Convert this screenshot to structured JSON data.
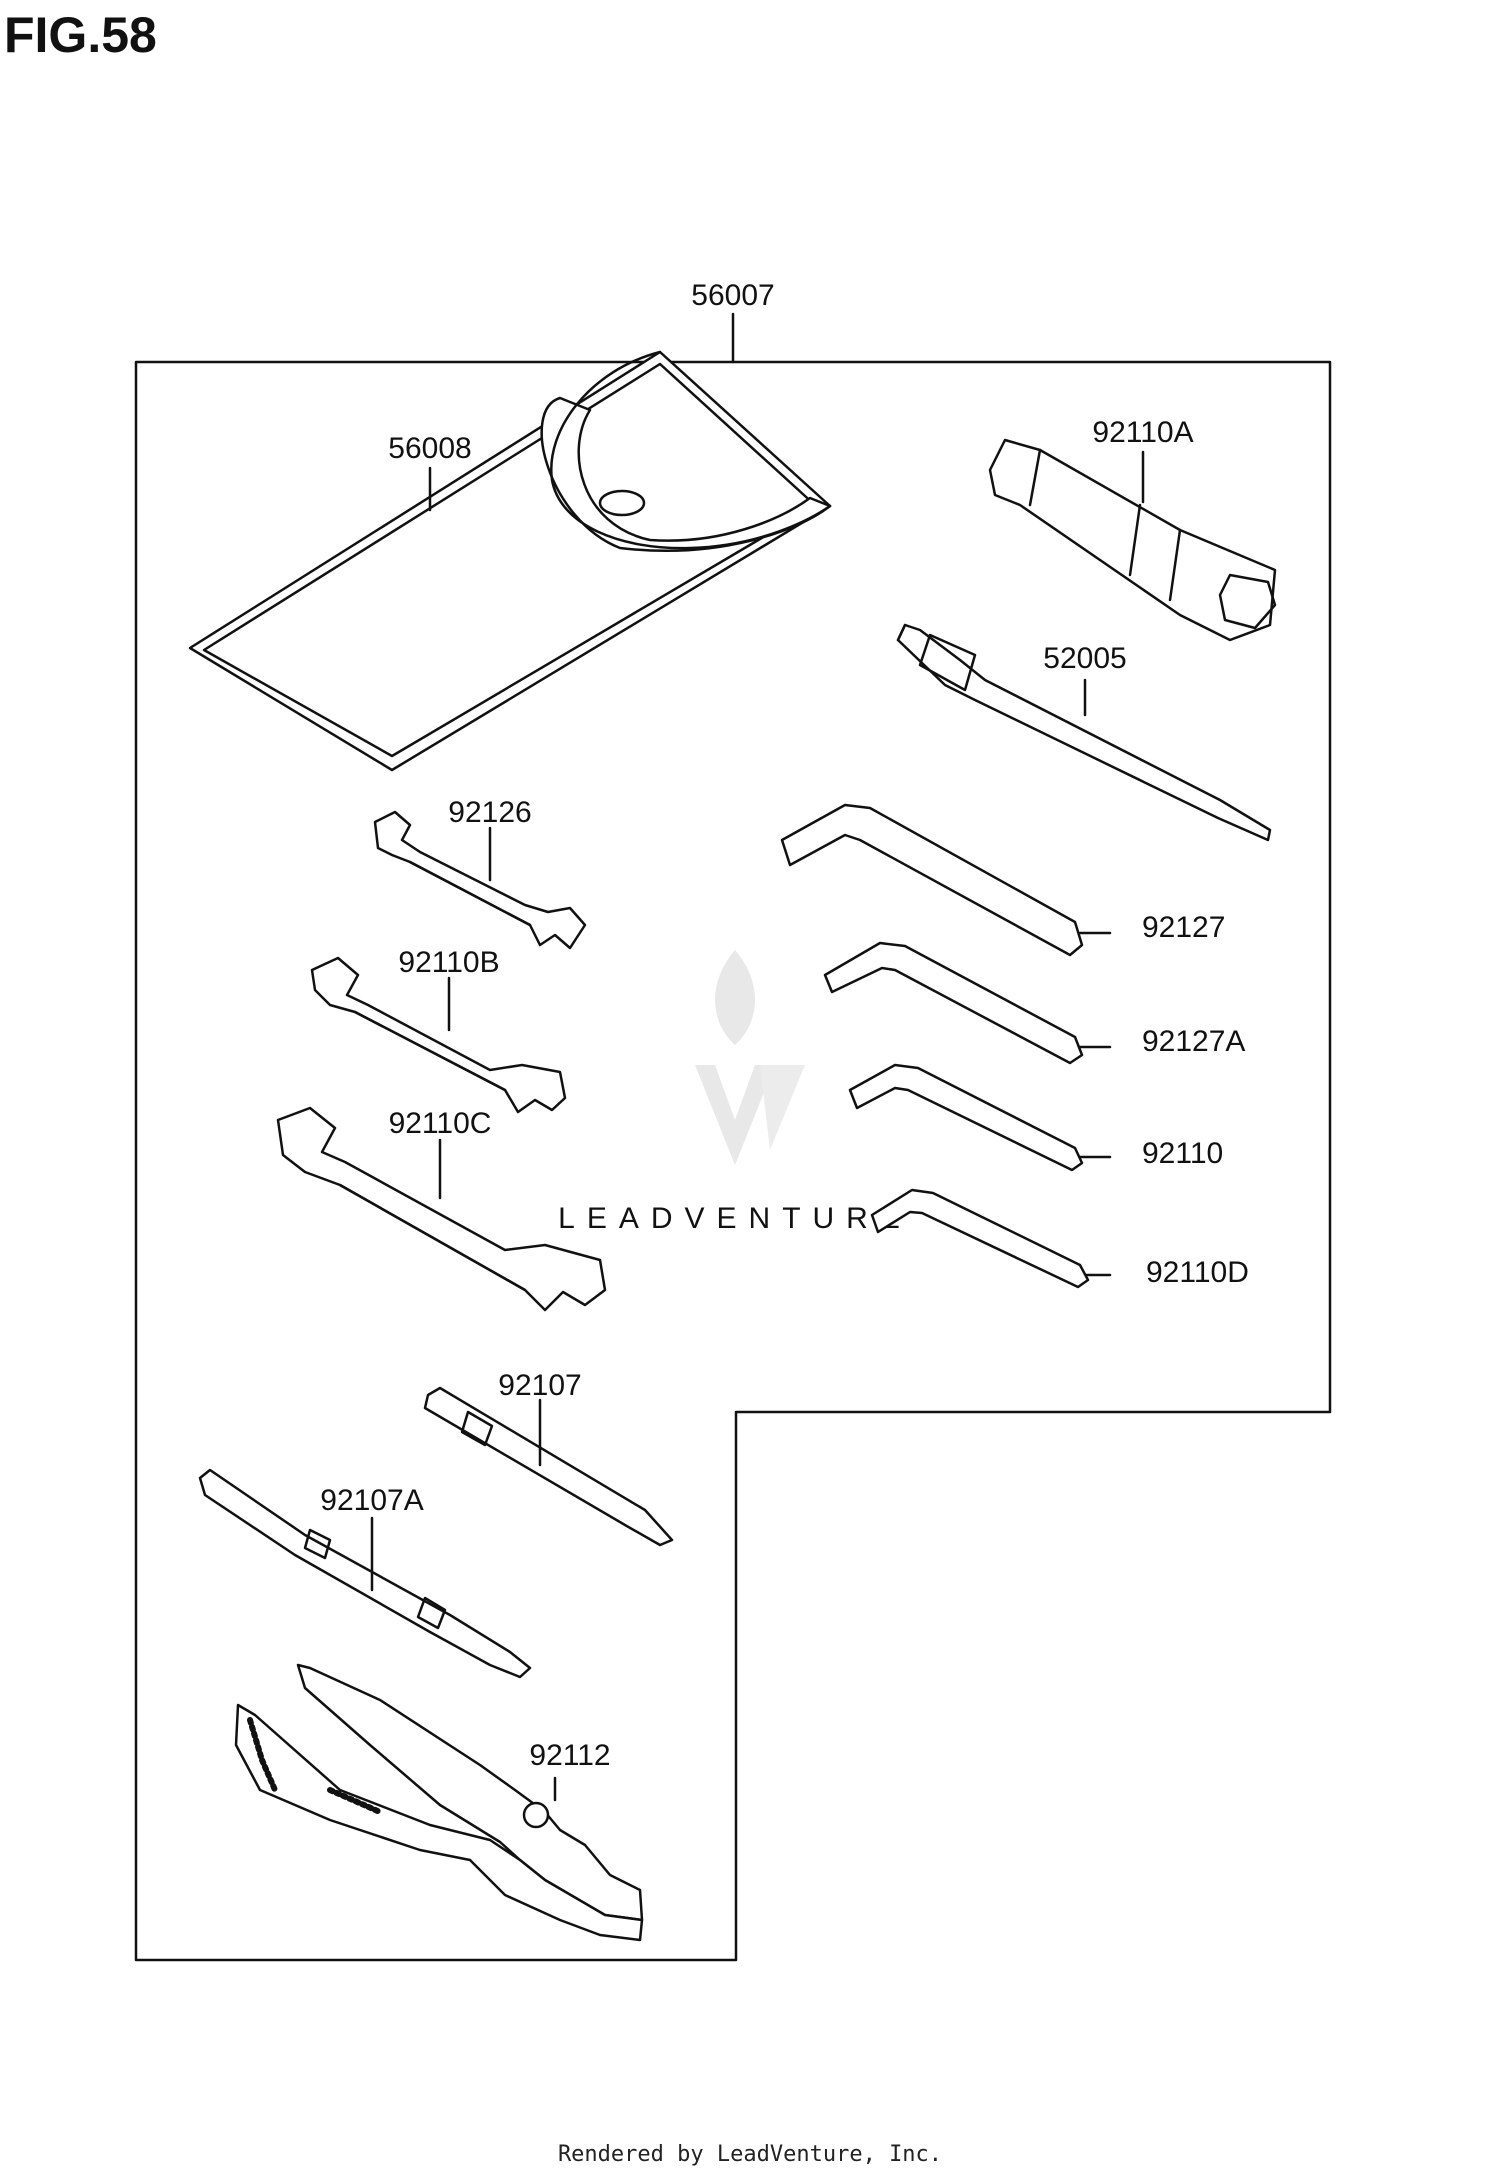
{
  "figure": {
    "title": "FIG.58"
  },
  "assembly": {
    "part_number": "56007"
  },
  "parts": {
    "case": "56008",
    "plug_wrench": "92110A",
    "handle": "52005",
    "wrench_small": "92126",
    "wrench_medium": "92110B",
    "wrench_large": "92110C",
    "hex_key_1": "92127",
    "hex_key_2": "92127A",
    "hex_key_3": "92110",
    "hex_key_4": "92110D",
    "screwdriver": "92107",
    "screwdriver_grip": "92107A",
    "pliers": "92112"
  },
  "watermark": {
    "text": "LEADVENTURE"
  },
  "footer": {
    "text": "Rendered by LeadVenture, Inc."
  }
}
